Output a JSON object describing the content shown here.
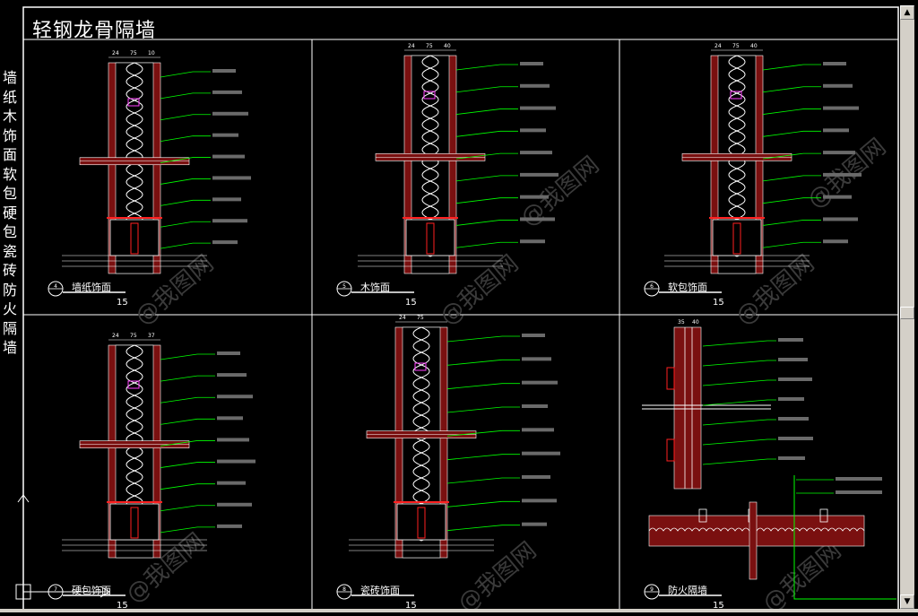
{
  "title": "轻钢龙骨隔墙",
  "side_title": "墙纸木饰面软包硬包瓷砖防火隔墙",
  "watermark": "@我图网",
  "panels": [
    {
      "id": "4",
      "name": "墙纸饰面",
      "scale": "15",
      "dims": [
        "24",
        "75",
        "10"
      ]
    },
    {
      "id": "5",
      "name": "木饰面",
      "scale": "15",
      "dims": [
        "24",
        "75",
        "40"
      ]
    },
    {
      "id": "6",
      "name": "软包饰面",
      "scale": "15",
      "dims": [
        "24",
        "75",
        "40"
      ]
    },
    {
      "id": "7",
      "name": "硬包饰面",
      "scale": "15",
      "dims": [
        "24",
        "75",
        "37"
      ]
    },
    {
      "id": "8",
      "name": "瓷砖饰面",
      "scale": "15",
      "dims": [
        "24",
        "75"
      ]
    },
    {
      "id": "9",
      "name": "防火隔墙",
      "scale": "15",
      "dims": [
        "35",
        "40"
      ]
    }
  ],
  "colors": {
    "background": "#000000",
    "frame": "#ffffff",
    "leader": "#00ff00",
    "wall_fill": "#7a1010",
    "insulation": "#ffffff",
    "accent_red": "#ff2020",
    "magenta": "#ff40ff"
  }
}
